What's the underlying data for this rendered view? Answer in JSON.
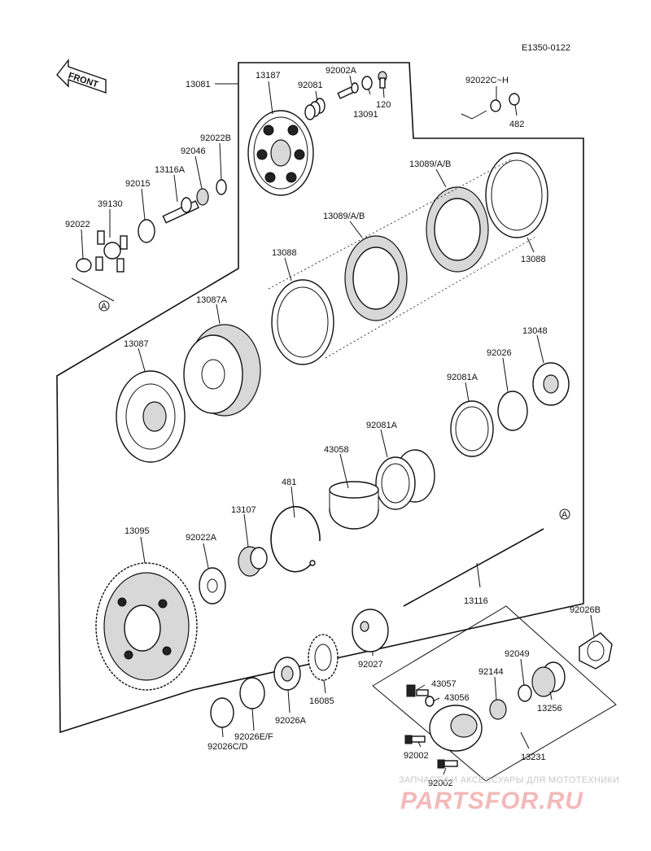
{
  "doc_code": "E1350-0122",
  "front_label": "FRONT",
  "ref_marker": "A",
  "parts": {
    "p13081": "13081",
    "p13187": "13187",
    "p92081": "92081",
    "p92002A": "92002A",
    "p13091": "13091",
    "p120": "120",
    "p92022CH": "92022C~H",
    "p482": "482",
    "p92022B": "92022B",
    "p92046": "92046",
    "p13116A": "13116A",
    "p92015": "92015",
    "p39130": "39130",
    "p92022": "92022",
    "p13089_top": "13089/A/B",
    "p13089_mid": "13089/A/B",
    "p13088_left": "13088",
    "p13088_right": "13088",
    "p13087A": "13087A",
    "p13087": "13087",
    "p13048": "13048",
    "p92026": "92026",
    "p92081A_top": "92081A",
    "p92081A_mid": "92081A",
    "p43058": "43058",
    "p481": "481",
    "p13107": "13107",
    "p13095": "13095",
    "p92022A": "92022A",
    "p13116": "13116",
    "p92026B": "92026B",
    "p92049": "92049",
    "p92144": "92144",
    "p43057": "43057",
    "p43056": "43056",
    "p92027": "92027",
    "p16085": "16085",
    "p92026A": "92026A",
    "p92026EF": "92026E/F",
    "p92026CD": "92026C/D",
    "p13256": "13256",
    "p92002_a": "92002",
    "p92002_b": "92002",
    "p13231": "13231"
  },
  "watermark": {
    "tagline": "ЗАПЧАСТИ И АКСЕССУАРЫ ДЛЯ МОТОТЕХНИКИ",
    "logo": "PARTSFOR.RU"
  }
}
